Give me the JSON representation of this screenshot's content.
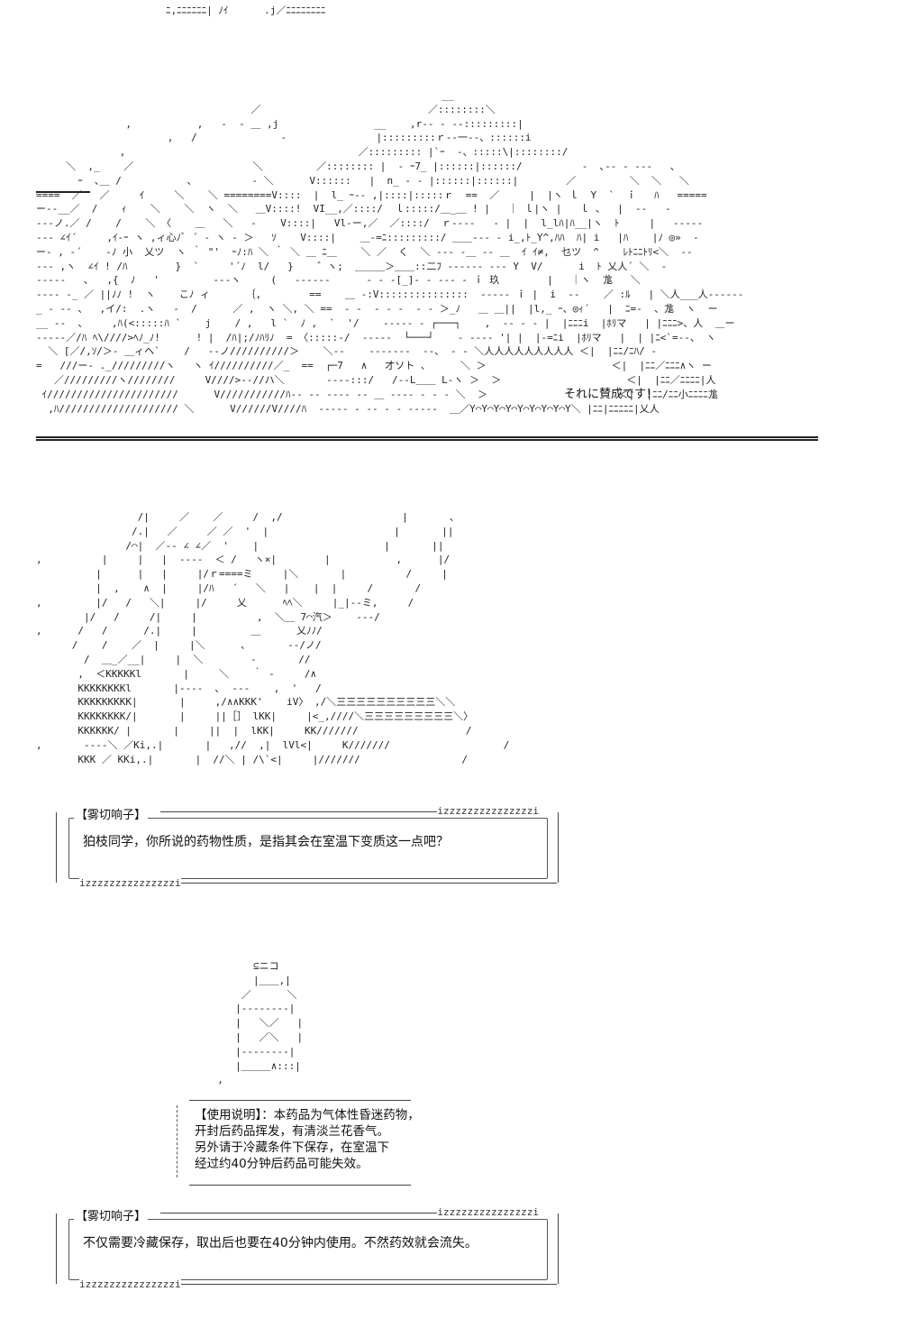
{
  "scene1": {
    "speech": "それに賛成です！"
  },
  "dialog1": {
    "speaker": "【雾切响子】",
    "tag": "izzzzzzzzzzzzzzzi",
    "line": "狛枝同学，你所说的药物性质，是指其会在室温下变质这一点吧？"
  },
  "notice": {
    "lines": [
      "【使用说明】：本药品为气体性昏迷药物，",
      "开封后药品挥发，有清淡兰花香气。",
      "另外请于冷藏条件下保存，在室温下",
      "经过约40分钟后药品可能失效。"
    ]
  },
  "dialog2": {
    "speaker": "【雾切响子】",
    "tag": "izzzzzzzzzzzzzzzi",
    "line": "不仅需要冷藏保存，取出后也要在40分钟内使用。不然药效就会流失。"
  }
}
